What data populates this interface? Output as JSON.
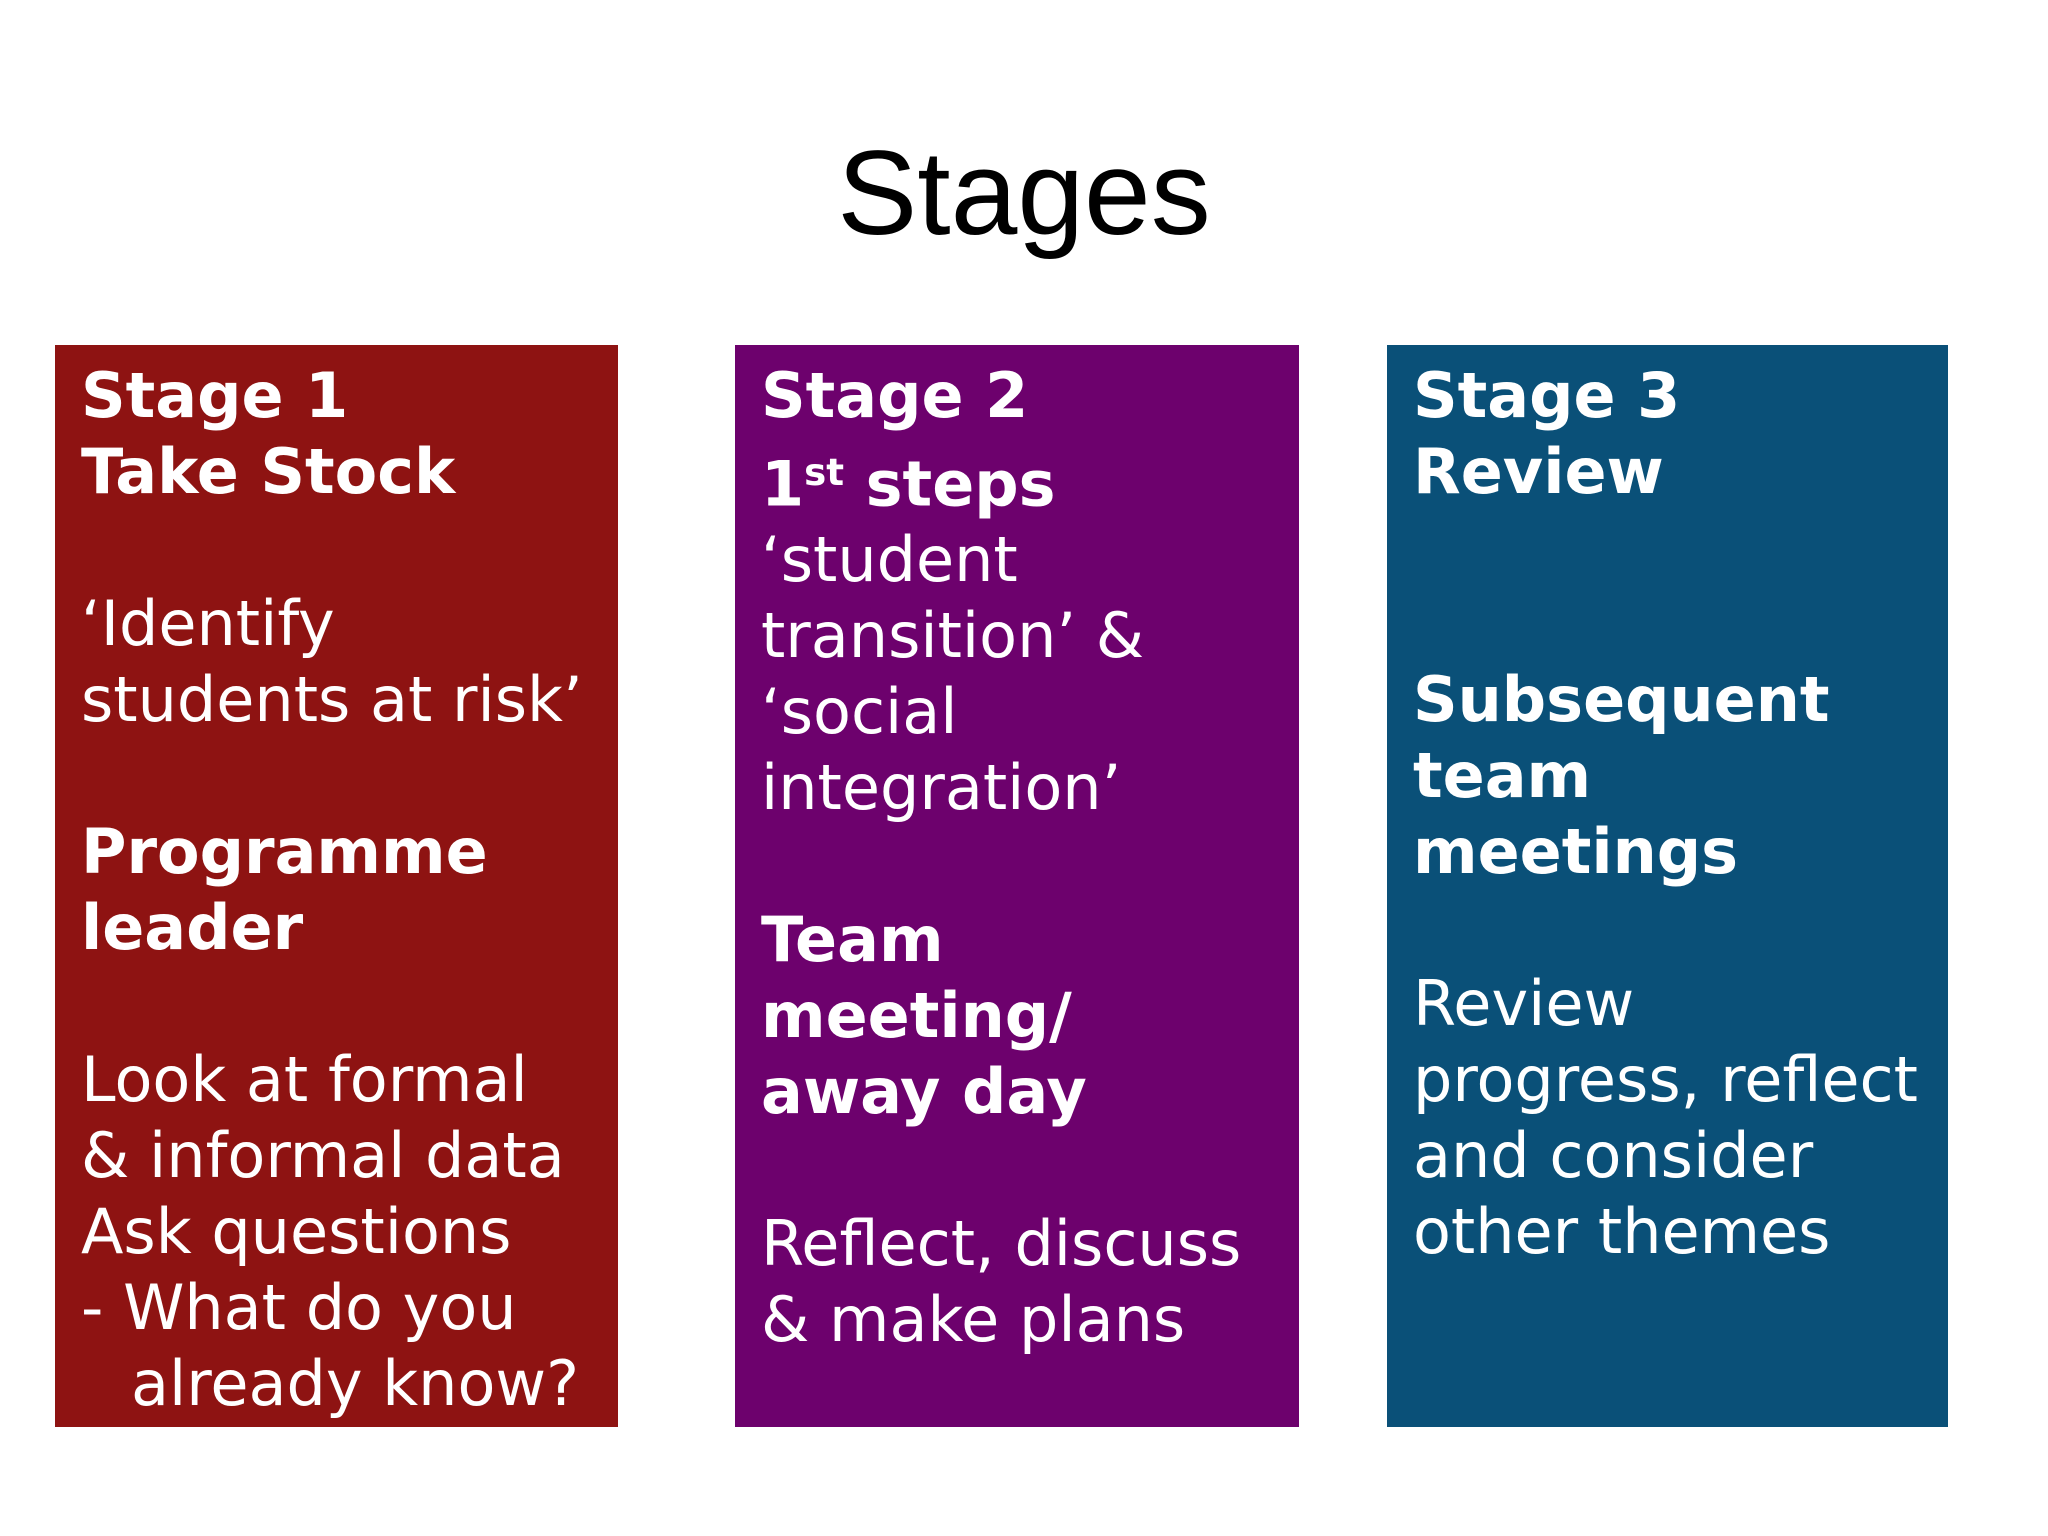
{
  "page": {
    "background": "#ffffff",
    "title": "Stages",
    "title_color": "#000000"
  },
  "boxes": [
    {
      "name": "stage-1",
      "color": "#8e1312",
      "text_color": "#ffffff",
      "lines": [
        {
          "text": "Stage 1",
          "bold": true
        },
        {
          "text": "Take Stock",
          "bold": true
        },
        {
          "text": ""
        },
        {
          "text": "‘Identify"
        },
        {
          "text": "students at risk’"
        },
        {
          "text": ""
        },
        {
          "text": "Programme",
          "bold": true
        },
        {
          "text": "leader",
          "bold": true
        },
        {
          "text": ""
        },
        {
          "text": "Look at formal"
        },
        {
          "text": "& informal data"
        },
        {
          "text": "Ask questions"
        },
        {
          "text": "- What do you"
        },
        {
          "text": "already know?",
          "indent": true
        }
      ]
    },
    {
      "name": "stage-2",
      "color": "#6d016d",
      "text_color": "#ffffff",
      "lines": [
        {
          "text": "Stage 2",
          "bold": true
        },
        {
          "bold": true,
          "segments": [
            {
              "text": "1"
            },
            {
              "text": "st",
              "sup": true
            },
            {
              "text": " steps"
            }
          ]
        },
        {
          "text": "‘student"
        },
        {
          "text": "transition’ &"
        },
        {
          "text": "‘social"
        },
        {
          "text": "integration’"
        },
        {
          "text": ""
        },
        {
          "text": "Team",
          "bold": true
        },
        {
          "text": "meeting/",
          "bold": true
        },
        {
          "text": "away day",
          "bold": true
        },
        {
          "text": ""
        },
        {
          "text": "Reflect, discuss"
        },
        {
          "text": "& make plans"
        }
      ]
    },
    {
      "name": "stage-3",
      "color": "#0a5078",
      "text_color": "#ffffff",
      "lines": [
        {
          "text": "Stage 3",
          "bold": true
        },
        {
          "text": "Review",
          "bold": true
        },
        {
          "text": ""
        },
        {
          "text": ""
        },
        {
          "text": "Subsequent",
          "bold": true
        },
        {
          "text": "team",
          "bold": true
        },
        {
          "text": "meetings",
          "bold": true
        },
        {
          "text": ""
        },
        {
          "text": "Review"
        },
        {
          "text": "progress, reflect"
        },
        {
          "text": "and consider"
        },
        {
          "text": "other themes"
        }
      ]
    }
  ]
}
